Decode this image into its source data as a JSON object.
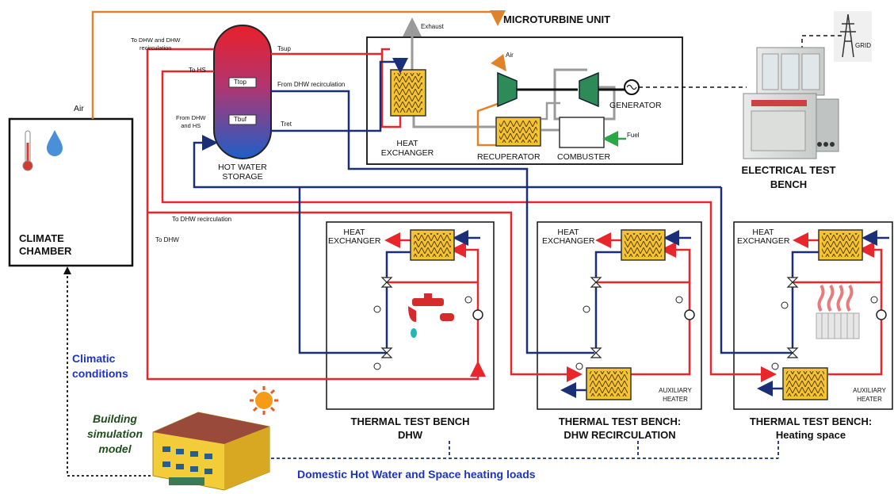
{
  "climate_chamber": {
    "title_line1": "CLIMATE",
    "title_line2": "CHAMBER",
    "air_label": "Air"
  },
  "storage": {
    "title_line1": "HOT WATER",
    "title_line2": "STORAGE",
    "top_sensor": "Ttop",
    "bottom_sensor": "Tbuf",
    "supply_label": "Tsup",
    "return_label": "Tret",
    "from_dhw_recirc": "From DHW recirculation",
    "to_dhw_recirc_line1": "To DHW and DHW",
    "to_dhw_recirc_line2": "recirculation",
    "to_hs": "To HS",
    "from_dhw_hs_line1": "From DHW",
    "from_dhw_hs_line2": "and HS"
  },
  "microturbine": {
    "title": "MICROTURBINE UNIT",
    "exhaust": "Exhaust",
    "air": "Air",
    "generator": "GENERATOR",
    "recuperator": "RECUPERATOR",
    "combuster": "COMBUSTER",
    "fuel": "Fuel",
    "heat_exchanger_line1": "HEAT",
    "heat_exchanger_line2": "EXCHANGER"
  },
  "electrical": {
    "grid": "GRID",
    "title_line1": "ELECTRICAL TEST",
    "title_line2": "BENCH"
  },
  "pipes": {
    "to_dhw_recirc": "To DHW recirculation",
    "to_dhw": "To DHW"
  },
  "benches": [
    {
      "title_line1": "THERMAL TEST BENCH",
      "title_line2": "DHW",
      "hx_line1": "HEAT",
      "hx_line2": "EXCHANGER"
    },
    {
      "title_line1": "THERMAL TEST BENCH:",
      "title_line2": "DHW RECIRCULATION",
      "hx_line1": "HEAT",
      "hx_line2": "EXCHANGER",
      "aux_line1": "AUXILIARY",
      "aux_line2": "HEATER"
    },
    {
      "title_line1": "THERMAL TEST BENCH:",
      "title_line2": "Heating space",
      "hx_line1": "HEAT",
      "hx_line2": "EXCHANGER",
      "aux_line1": "AUXILIARY",
      "aux_line2": "HEATER"
    }
  ],
  "notes": {
    "climatic_line1": "Climatic",
    "climatic_line2": "conditions",
    "building_line1": "Building",
    "building_line2": "simulation",
    "building_line3": "model",
    "loads": "Domestic Hot Water and Space heating loads"
  },
  "colors": {
    "hot": "#e8262b",
    "cold": "#1a2f78",
    "air": "#e0822a",
    "gas": "#9a9a9a",
    "fuel": "#2aa844",
    "hx_fill": "#f4c430",
    "note_blue": "#1c32c8"
  }
}
